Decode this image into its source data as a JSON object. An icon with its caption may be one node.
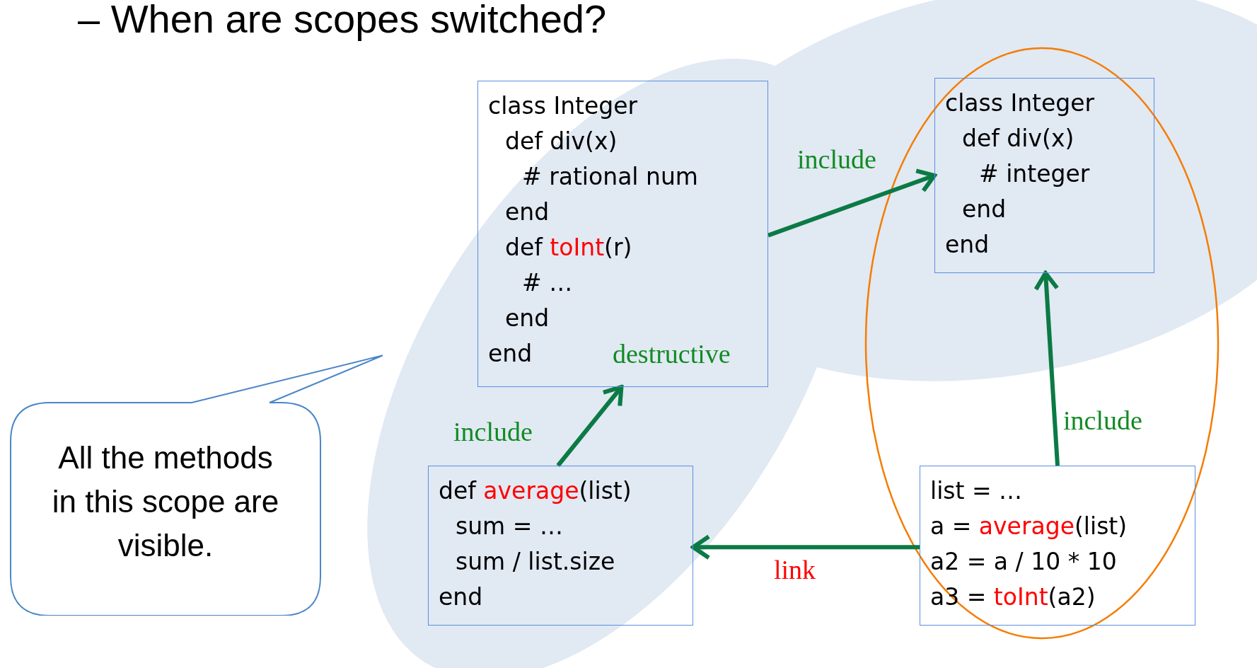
{
  "diagram": {
    "title": "– When are scopes switched?",
    "nodes": [
      {
        "text": [
          "class Integer",
          "def div(x)",
          "# rational num",
          "end",
          "def **toInt**(r)",
          "# …",
          "end",
          "end"
        ]
      },
      {
        "text": [
          "class Integer",
          "def div(x)",
          "# integer",
          "end",
          "end"
        ]
      },
      {
        "text": [
          "def **average**(list)",
          "sum = …",
          "sum / list.size",
          "end"
        ]
      },
      {
        "text": [
          "list = …",
          "a = **average**(list)",
          "a2 = a / 10 * 10",
          "a3 = **toInt**(a2)"
        ]
      },
      {
        "text": [
          "All the methods in this scope are visible."
        ]
      }
    ],
    "edges": [
      {
        "from": 0,
        "to": 1,
        "arrow": "to",
        "label": "include"
      },
      {
        "from": 2,
        "to": 0,
        "arrow": "to",
        "label": "include"
      },
      {
        "from": 3,
        "to": 1,
        "arrow": "to",
        "label": "include"
      },
      {
        "from": 3,
        "to": 2,
        "arrow": "to",
        "label": "link"
      }
    ],
    "labels": [
      "destructive"
    ]
  }
}
